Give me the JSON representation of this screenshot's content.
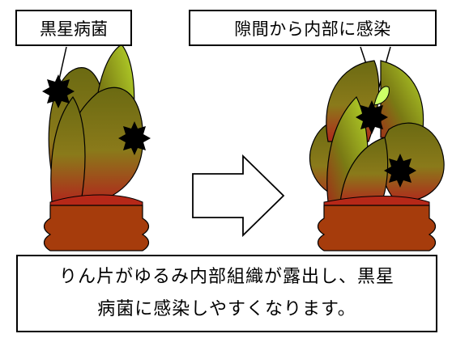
{
  "labels": {
    "left": "黒星病菌",
    "right": "隙間から内部に感染"
  },
  "caption": {
    "line1": "りん片がゆるみ内部組織が露出し、黒星",
    "line2": "病菌に感染しやすくなります。"
  },
  "colors": {
    "scale_dark": "#6f6a10",
    "scale_light": "#b0c42a",
    "scale_red": "#a8301c",
    "bud_exposed": "#ccff66",
    "pot": "#a63c0c",
    "fungus": "#000000"
  },
  "icons": {
    "arrow": "right-arrow-icon",
    "fungus": "fungus-spore-icon"
  }
}
